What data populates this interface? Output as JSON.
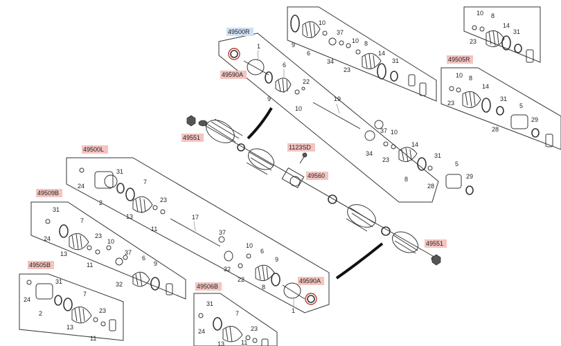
{
  "parts": {
    "ref_49500R": "49500R",
    "ref_49590A_top": "49590A",
    "ref_49551_left": "49551",
    "ref_1123SD": "1123SD",
    "ref_49560": "49560",
    "ref_49500L": "49500L",
    "ref_49509B": "49509B",
    "ref_49505B": "49505B",
    "ref_49506B": "49506B",
    "ref_49590A_bottom": "49590A",
    "ref_49551_right": "49551",
    "ref_49505R": "49505R"
  },
  "numbers": {
    "n1": "1",
    "n2": "2",
    "n5": "5",
    "n6": "6",
    "n7": "7",
    "n8": "8",
    "n9": "9",
    "n10": "10",
    "n11": "11",
    "n13": "13",
    "n14": "14",
    "n17": "17",
    "n19": "19",
    "n22": "22",
    "n23": "23",
    "n24": "24",
    "n28": "28",
    "n29": "29",
    "n31": "31",
    "n32": "32",
    "n34": "34",
    "n37": "37"
  },
  "colors": {
    "highlight_blue": "#cfe0f6",
    "highlight_red": "#f3c4c0",
    "line": "#333333"
  }
}
